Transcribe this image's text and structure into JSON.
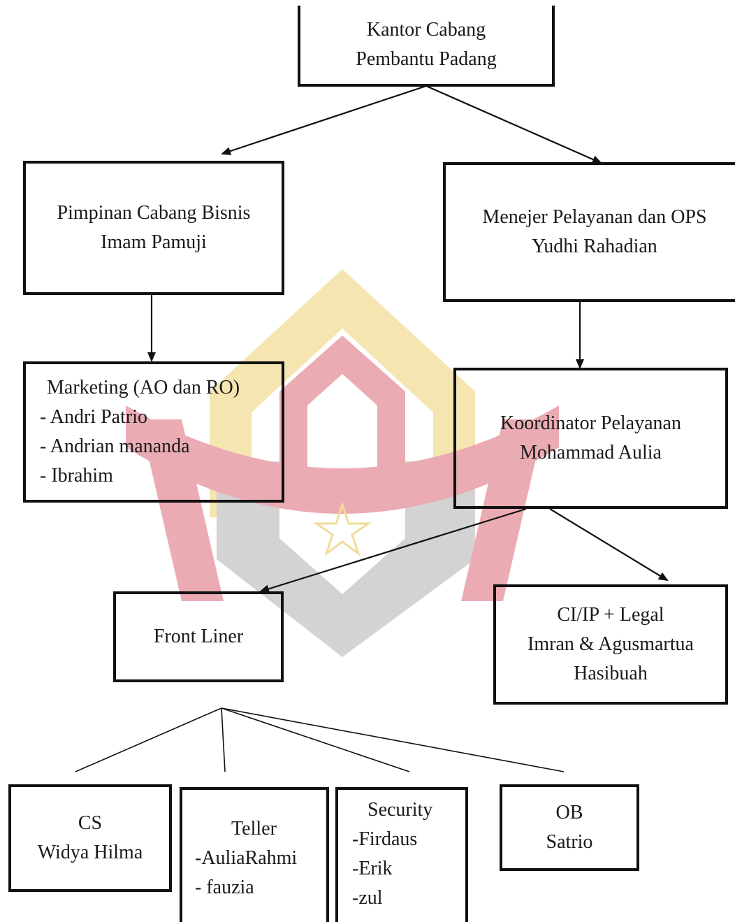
{
  "diagram": {
    "nodes": {
      "kantor": {
        "lines": [
          "Kantor Cabang",
          "Pembantu Padang"
        ]
      },
      "pimpinan": {
        "lines": [
          "Pimpinan Cabang Bisnis",
          "Imam Pamuji"
        ]
      },
      "menejer": {
        "lines": [
          "Menejer Pelayanan dan OPS",
          "Yudhi Rahadian"
        ]
      },
      "marketing": {
        "lines": [
          "Marketing (AO dan RO)",
          "- Andri Patrio",
          "- Andrian mananda",
          "- Ibrahim"
        ]
      },
      "koordinator": {
        "lines": [
          "Koordinator Pelayanan",
          "Mohammad Aulia"
        ]
      },
      "frontliner": {
        "lines": [
          "Front Liner"
        ]
      },
      "ciip": {
        "lines": [
          "CI/IP + Legal",
          "Imran & Agusmartua",
          "Hasibuah"
        ]
      },
      "cs": {
        "lines": [
          "CS",
          "Widya Hilma"
        ]
      },
      "teller": {
        "lines": [
          "Teller",
          "-AuliaRahmi",
          "- fauzia"
        ]
      },
      "security": {
        "lines": [
          "Security",
          "-Firdaus",
          "-Erik",
          "-zul"
        ]
      },
      "ob": {
        "lines": [
          "OB",
          "Satrio"
        ]
      }
    },
    "colors": {
      "border": "#111111",
      "text": "#1a1a1a",
      "watermark_gold": "#f5e3a8",
      "watermark_red": "#e8a0a8",
      "watermark_gray": "#c8c8c8"
    }
  }
}
